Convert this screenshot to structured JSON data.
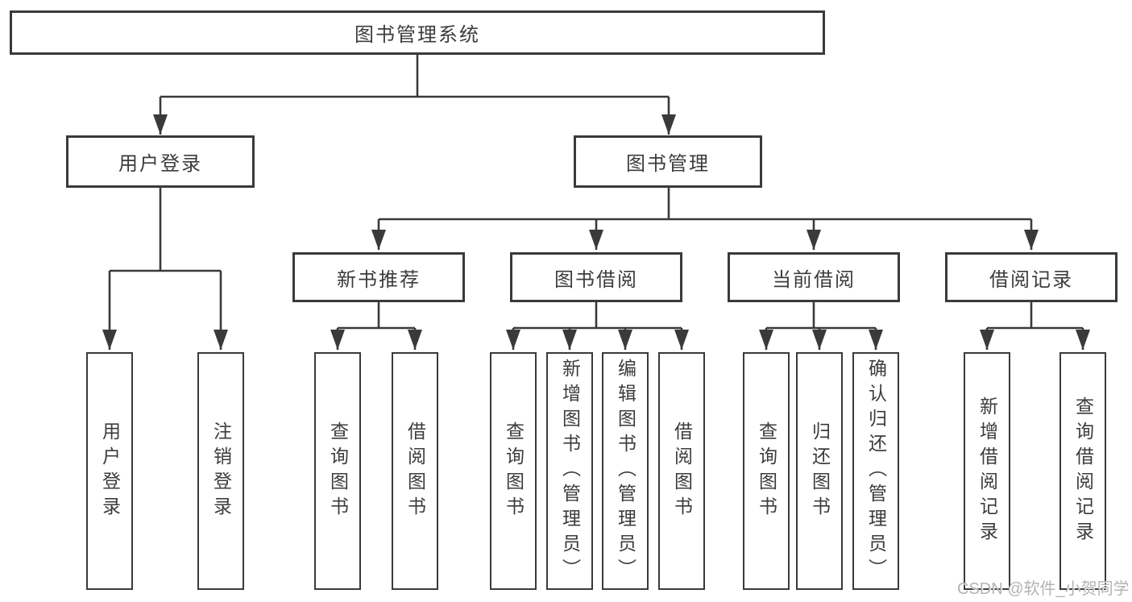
{
  "tree": {
    "root": {
      "label": "图书管理系统"
    },
    "children": [
      {
        "label": "用户登录",
        "children": [
          {
            "label": "用户登录"
          },
          {
            "label": "注销登录"
          }
        ]
      },
      {
        "label": "图书管理",
        "children": [
          {
            "label": "新书推荐",
            "children": [
              {
                "label": "查询图书"
              },
              {
                "label": "借阅图书"
              }
            ]
          },
          {
            "label": "图书借阅",
            "children": [
              {
                "label": "查询图书"
              },
              {
                "label": "新增图书（管理员）"
              },
              {
                "label": "编辑图书（管理员）"
              },
              {
                "label": "借阅图书"
              }
            ]
          },
          {
            "label": "当前借阅",
            "children": [
              {
                "label": "查询图书"
              },
              {
                "label": "归还图书"
              },
              {
                "label": "确认归还（管理员）"
              }
            ]
          },
          {
            "label": "借阅记录",
            "children": [
              {
                "label": "新增借阅记录"
              },
              {
                "label": "查询借阅记录"
              }
            ]
          }
        ]
      }
    ]
  },
  "watermark": {
    "text": "CSDN @软件_小贺同学"
  },
  "colors": {
    "line": "#3a3a3a",
    "box_border": "#3a3a3a",
    "box_fill": "#ffffff",
    "text": "#3c3c3c",
    "watermark": "#b3b3b3",
    "background": "#ffffff"
  }
}
